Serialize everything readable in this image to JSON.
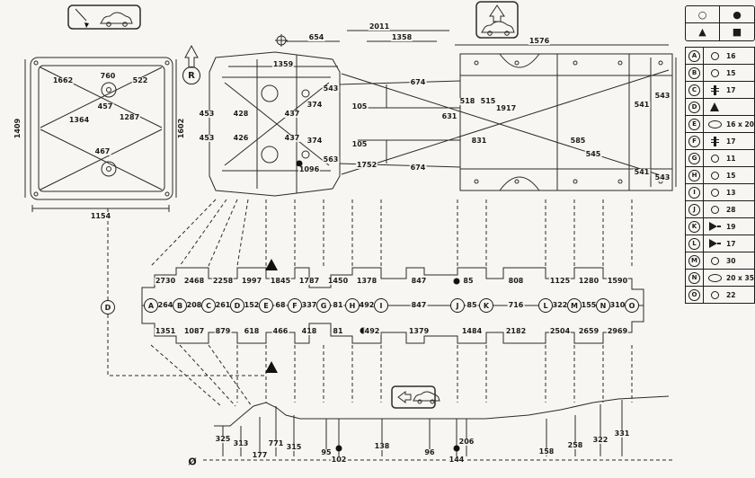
{
  "colors": {
    "ink": "#1c1c1c",
    "paper": "#f7f6f2"
  },
  "markers": {
    "r_label": "R",
    "diameter_symbol": "Ø"
  },
  "legend_key": {
    "cells": [
      "○",
      "●",
      "▲",
      "■"
    ]
  },
  "legend": {
    "rows": [
      {
        "letter": "A",
        "symbol": "circle",
        "size": "16"
      },
      {
        "letter": "B",
        "symbol": "circle",
        "size": "15"
      },
      {
        "letter": "C",
        "symbol": "stud",
        "size": "17"
      },
      {
        "letter": "D",
        "symbol": "triangle",
        "size": ""
      },
      {
        "letter": "E",
        "symbol": "oval",
        "size": "16 x 20"
      },
      {
        "letter": "F",
        "symbol": "stud",
        "size": "17"
      },
      {
        "letter": "G",
        "symbol": "circle",
        "size": "11"
      },
      {
        "letter": "H",
        "symbol": "circle",
        "size": "15"
      },
      {
        "letter": "I",
        "symbol": "circle",
        "size": "13"
      },
      {
        "letter": "J",
        "symbol": "circle",
        "size": "28"
      },
      {
        "letter": "K",
        "symbol": "plug",
        "size": "19"
      },
      {
        "letter": "L",
        "symbol": "plug",
        "size": "17"
      },
      {
        "letter": "M",
        "symbol": "circle",
        "size": "30"
      },
      {
        "letter": "N",
        "symbol": "oval",
        "size": "20 x 35"
      },
      {
        "letter": "O",
        "symbol": "circle",
        "size": "22"
      }
    ]
  },
  "left_view": {
    "dims": [
      "1409",
      "1662",
      "760",
      "522",
      "1602",
      "457",
      "1364",
      "1287",
      "467",
      "1154"
    ]
  },
  "plan_view": {
    "dims": [
      "654",
      "1359",
      "2011",
      "1358",
      "1576",
      "543",
      "374",
      "437",
      "428",
      "453",
      "453",
      "426",
      "437",
      "374",
      "563",
      "1096",
      "105",
      "105",
      "1752",
      "674",
      "674",
      "631",
      "518",
      "515",
      "831",
      "1917",
      "543",
      "541",
      "585",
      "545",
      "541",
      "543"
    ]
  },
  "band": {
    "letters": [
      "A",
      "B",
      "C",
      "D",
      "E",
      "F",
      "G",
      "H",
      "I",
      "J",
      "K",
      "L",
      "M",
      "N",
      "O"
    ],
    "callout_letter": "D",
    "top_values": [
      "2730",
      "2468",
      "2258",
      "1997",
      "1845",
      "1787",
      "1450",
      "1378",
      "847",
      "85",
      "808",
      "1125",
      "1280",
      "1590"
    ],
    "gap_values": [
      "264",
      "208",
      "261",
      "152",
      "68",
      "337",
      "81",
      "492",
      "847",
      "85",
      "716",
      "322",
      "155",
      "310"
    ],
    "bottom_values": [
      "1351",
      "1087",
      "879",
      "618",
      "466",
      "418",
      "81",
      "492",
      "1379",
      "1484",
      "2182",
      "2504",
      "2659",
      "2969"
    ]
  },
  "side_view": {
    "dims": [
      "325",
      "313",
      "177",
      "771",
      "315",
      "95",
      "102",
      "138",
      "96",
      "206",
      "144",
      "158",
      "258",
      "322",
      "331"
    ]
  }
}
